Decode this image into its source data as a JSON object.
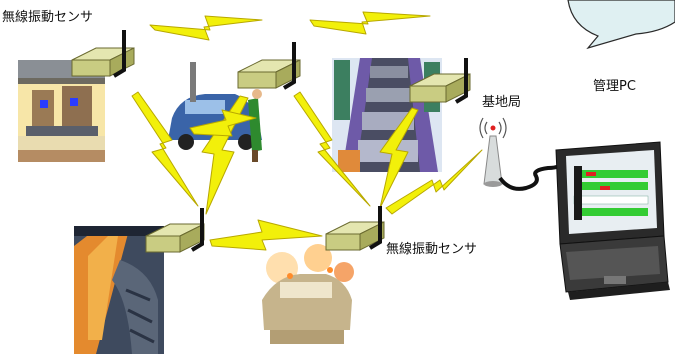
{
  "labels": {
    "sensor_top": "無線振動センサ",
    "sensor_bottom": "無線振動センサ",
    "base_station": "基地局",
    "management_pc": "管理PC"
  },
  "colors": {
    "lightning": "#f2f00a",
    "lightning_outline": "#b8a800",
    "sensor_box": "#c9cc82",
    "antenna": "#111111",
    "callout": "#dff0f2",
    "pc_screen_panel": "#33cc33"
  },
  "icons": {
    "wireless_link": "lightning-bolt-icon",
    "sensor": "wireless-vibration-sensor-icon",
    "station": "base-station-antenna-icon",
    "pc": "laptop-icon"
  }
}
